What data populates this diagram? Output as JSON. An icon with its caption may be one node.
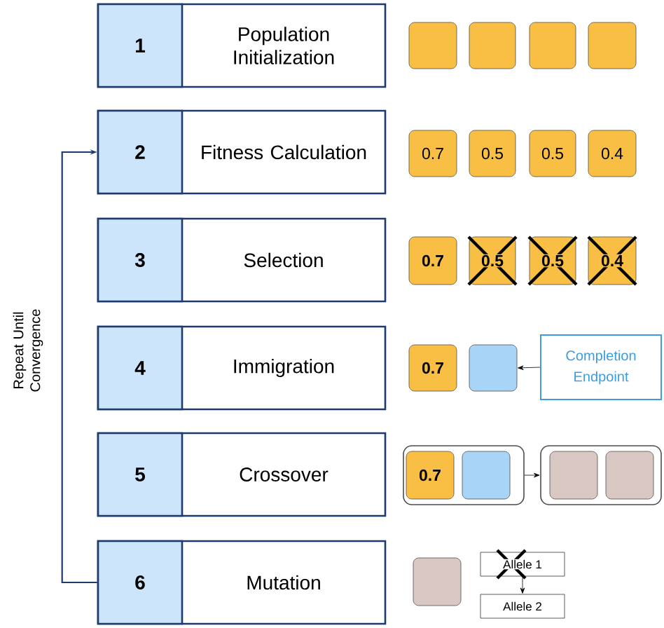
{
  "diagram": {
    "nodes": [
      {
        "text": [
          "1",
          "Population Initialization"
        ]
      },
      {
        "text": [
          "2",
          "Fitness Calculation"
        ]
      },
      {
        "text": [
          "3",
          "Selection"
        ]
      },
      {
        "text": [
          "4",
          "Immigration"
        ]
      },
      {
        "text": [
          "5",
          "Crossover"
        ]
      },
      {
        "text": [
          "6",
          "Mutation"
        ]
      },
      {
        "text": [],
        "shape": "box"
      },
      {
        "text": [],
        "shape": "box"
      },
      {
        "text": [],
        "shape": "box"
      },
      {
        "text": [],
        "shape": "box"
      },
      {
        "text": [
          "0.7"
        ]
      },
      {
        "text": [
          "0.5"
        ]
      },
      {
        "text": [
          "0.5"
        ]
      },
      {
        "text": [
          "0.4"
        ]
      },
      {
        "text": [
          "0.7"
        ]
      },
      {
        "text": [
          "0.5"
        ]
      },
      {
        "text": [
          "0.5"
        ]
      },
      {
        "text": [
          "0.4"
        ]
      },
      {
        "text": [
          "0.7"
        ]
      },
      {
        "text": [],
        "shape": "box"
      },
      {
        "text": [
          "Completion Endpoint"
        ]
      },
      {
        "text": [],
        "shape": "box"
      },
      {
        "text": [
          "0.7"
        ],
        "in": 21
      },
      {
        "text": [],
        "shape": "box",
        "in": 21
      },
      {
        "text": [],
        "shape": "box"
      },
      {
        "text": [],
        "shape": "box",
        "in": 24
      },
      {
        "text": [],
        "shape": "box",
        "in": 24
      },
      {
        "text": [],
        "shape": "box"
      },
      {
        "text": [
          "Allele 1"
        ]
      },
      {
        "text": [
          "Allele 2"
        ]
      }
    ],
    "edges": [
      {
        "from": 5,
        "to": 1,
        "arrow": "to",
        "label": "Repeat Until Convergence",
        "color": "#1f3b6e"
      },
      {
        "from": 20,
        "to": 19,
        "arrow": "to"
      },
      {
        "from": 21,
        "to": 24,
        "arrow": "to"
      },
      {
        "from": 28,
        "to": 29,
        "arrow": "to"
      }
    ]
  }
}
